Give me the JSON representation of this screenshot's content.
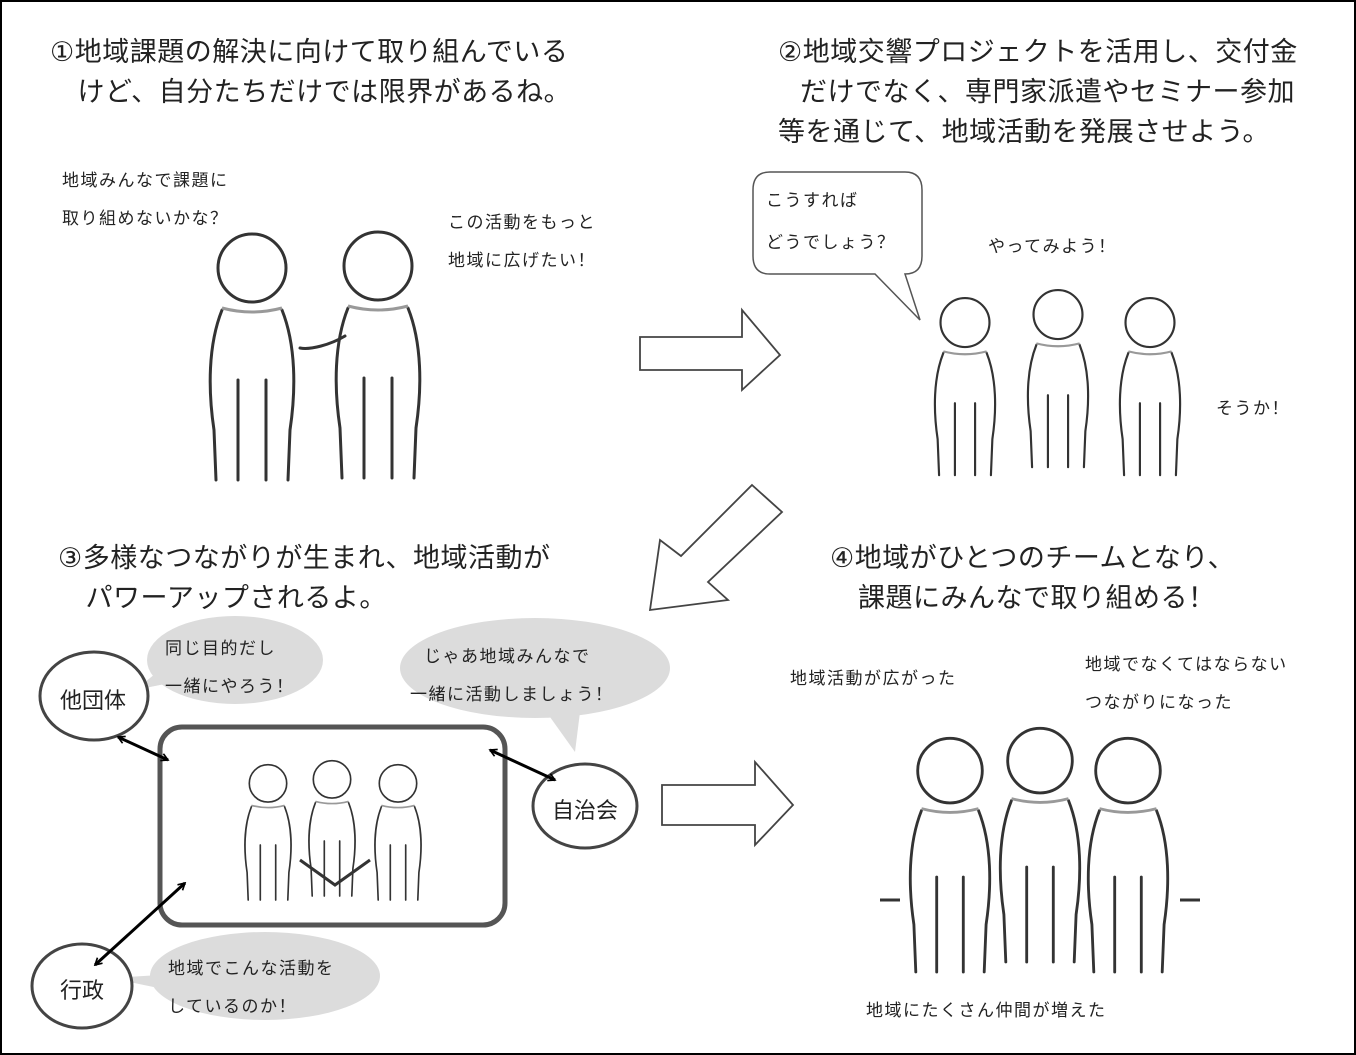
{
  "panel1": {
    "heading": [
      "①地域課題の解決に向けて取り組んでいる",
      "　けど、自分たちだけでは限界があるね。"
    ],
    "speech_left": [
      "地域みんなで課題に",
      "取り組めないかな？"
    ],
    "speech_right": [
      "この活動をもっと",
      "地域に広げたい！"
    ]
  },
  "panel2": {
    "heading": [
      "②地域交響プロジェクトを活用し、交付金",
      "だけでなく、専門家派遣やセミナー参加",
      "等を通じて、地域活動を発展させよう。"
    ],
    "bubble": [
      "こうすれば",
      "どうでしょう？"
    ],
    "speech_top": "やってみよう！",
    "speech_right": "そうか！"
  },
  "panel3": {
    "heading": [
      "③多様なつながりが生まれ、地域活動が",
      "　パワーアップされるよ。"
    ],
    "org_other": "他団体",
    "org_council": "自治会",
    "org_gov": "行政",
    "speech_other": [
      "同じ目的だし",
      "一緒にやろう！"
    ],
    "speech_council": [
      "じゃあ地域みんなで",
      "一緒に活動しましょう！"
    ],
    "speech_gov": [
      "地域でこんな活動を",
      "しているのか！"
    ]
  },
  "panel4": {
    "heading": [
      "④地域がひとつのチームとなり、",
      "課題にみんなで取り組める！"
    ],
    "speech_left": "地域活動が広がった",
    "speech_right": [
      "地域でなくてはならない",
      "つながりになった"
    ],
    "speech_bottom": "地域にたくさん仲間が増えた"
  }
}
